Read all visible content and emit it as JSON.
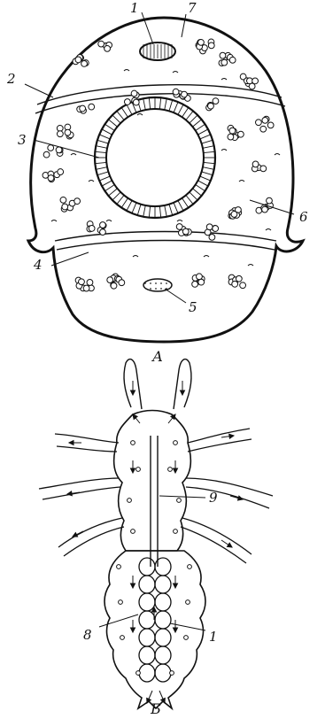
{
  "figure_a": {
    "caption": "A",
    "labels": [
      "1",
      "2",
      "3",
      "4",
      "5",
      "6",
      "7"
    ]
  },
  "figure_b": {
    "caption": "Б",
    "labels": [
      "9",
      "8",
      "1"
    ]
  }
}
